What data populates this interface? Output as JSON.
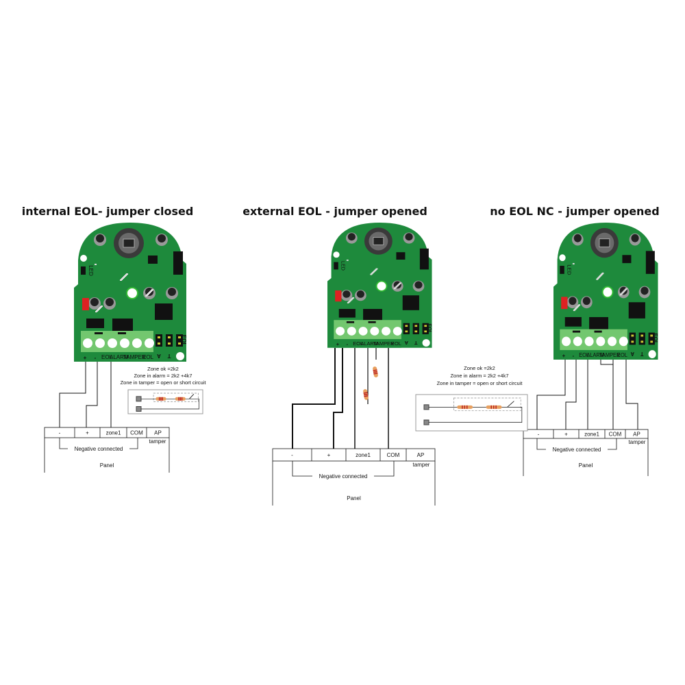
{
  "board": {
    "terminal_labels": [
      "+",
      "-",
      "EOL",
      "ALARM",
      "TAMPER",
      "EOL"
    ],
    "jumper_labels": [
      "A",
      "T",
      "EOL"
    ],
    "led_label": "LED"
  },
  "legend": {
    "zone_ok": "Zone ok =2k2",
    "zone_alarm": "Zone in alarm = 2k2 +4k7",
    "zone_tamper": "Zone in tamper = open or short circuit"
  },
  "diagrams": [
    {
      "title": "internal EOL- jumper closed",
      "panel_cells": [
        "-",
        "+",
        "zone1",
        "COM",
        "AP"
      ],
      "tamper_label": "tamper",
      "negative_label": "Negative connected",
      "panel_label": "Panel"
    },
    {
      "title": "external EOL - jumper opened",
      "panel_cells": [
        "-",
        "+",
        "zone1",
        "COM",
        "AP"
      ],
      "tamper_label": "tamper",
      "negative_label": "Negative connected",
      "panel_label": "Panel"
    },
    {
      "title": "no EOL NC - jumper opened",
      "panel_cells": [
        "-",
        "+",
        "zone1",
        "COM",
        "AP"
      ],
      "tamper_label": "tamper",
      "negative_label": "Negative connected",
      "panel_label": "Panel"
    }
  ],
  "colors": {
    "pcb_green": "#1e8a3c",
    "terminal_green": "#73c76f",
    "wire": "#111111",
    "resistor": "#e8a060"
  }
}
